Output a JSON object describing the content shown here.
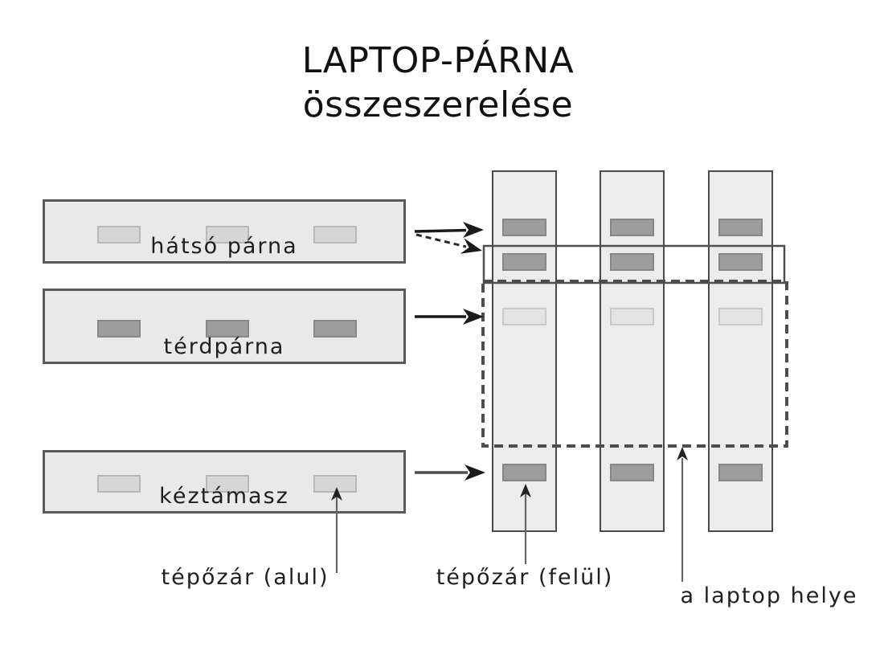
{
  "title": {
    "line1": "LAPTOP-PÁRNA",
    "line2": "összeszerelése"
  },
  "panels": [
    {
      "label": "hátsó párna",
      "velcro_style": "light",
      "velcro_count": 3
    },
    {
      "label": "térdpárna",
      "velcro_style": "dark",
      "velcro_count": 3
    },
    {
      "label": "kéztámasz",
      "velcro_style": "light",
      "velcro_count": 3
    }
  ],
  "strips": {
    "count": 3,
    "velcro_rows": [
      "dark",
      "dark",
      "lighter",
      "dark"
    ]
  },
  "annotations": {
    "velcro_bottom": "tépőzár (alul)",
    "velcro_top": "tépőzár (felül)",
    "laptop_place": "a laptop helye"
  },
  "colors": {
    "background": "#ffffff",
    "panel_fill": "#e9e9e9",
    "strip_fill": "#ececec",
    "outline": "#4a4a4a",
    "velcro_dark": "#9d9d9d",
    "velcro_light": "#d6d6d6",
    "text": "#1f1f1f"
  }
}
